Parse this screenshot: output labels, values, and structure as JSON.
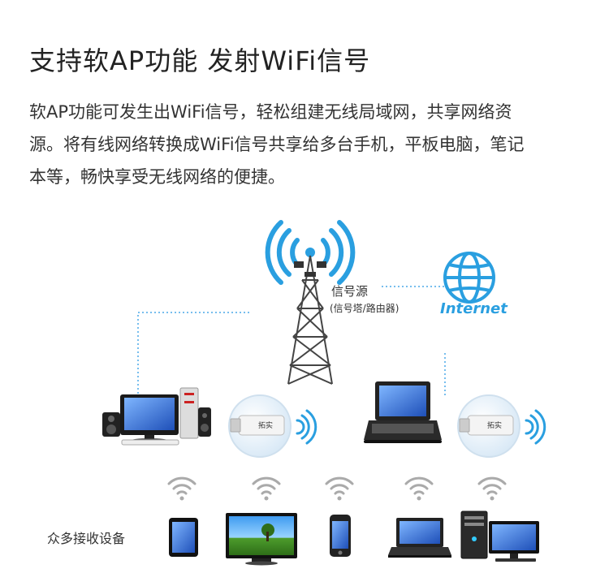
{
  "title": "支持软AP功能 发射WiFi信号",
  "description": [
    "软AP功能可发生出WiFi信号，轻松组建无线局域网，共享网络资",
    "源。将有线网络转换成WiFi信号共享给多台手机，平板电脑，笔记",
    "本等，畅快享受无线网络的便捷。"
  ],
  "diagram": {
    "source_label": "信号源",
    "source_sublabel": "(信号塔/路由器)",
    "internet_label": "Internet",
    "adapter_brand": "拓实",
    "receivers_label": "众多接收设备"
  },
  "colors": {
    "wifi_blue": "#2a9fe0",
    "dotted_line": "#4aa8e8",
    "text": "#333333"
  },
  "icons": [
    "wifi-signal-icon",
    "globe-icon",
    "signal-tower-icon",
    "desktop-pc-icon",
    "laptop-icon",
    "usb-wifi-adapter-icon",
    "tablet-icon",
    "tv-icon",
    "phone-icon",
    "tower-pc-icon"
  ]
}
